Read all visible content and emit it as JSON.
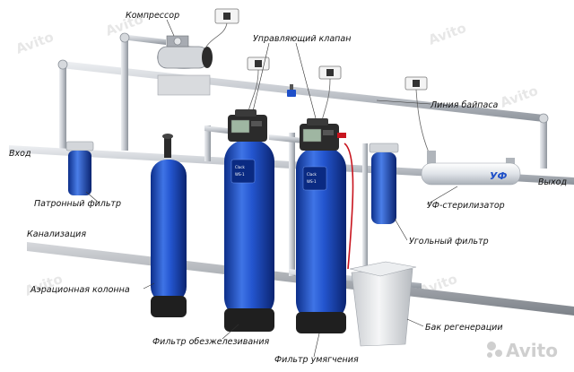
{
  "labels": {
    "compressor": "Компрессор",
    "control_valve": "Управляющий клапан",
    "bypass_line": "Линия байпаса",
    "inlet": "Вход",
    "outlet": "Выход",
    "cartridge_filter": "Патронный фильтр",
    "uv_sterilizer": "УФ-стерилизатор",
    "sewer": "Канализация",
    "carbon_filter": "Угольный фильтр",
    "aeration_column": "Аэрационная колонна",
    "iron_removal_filter": "Фильтр обезжелезивания",
    "softening_filter": "Фильтр умягчения",
    "regeneration_tank": "Бак регенерации",
    "uv_badge": "УФ"
  },
  "watermark": {
    "text": "Avito"
  },
  "colors": {
    "tank_blue": "#1e4fc8",
    "tank_blue_light": "#5b8cf0",
    "pipe_gray": "#c9cdd3",
    "valve_body": "#2b2b2b",
    "accent_red": "#c8141e"
  }
}
